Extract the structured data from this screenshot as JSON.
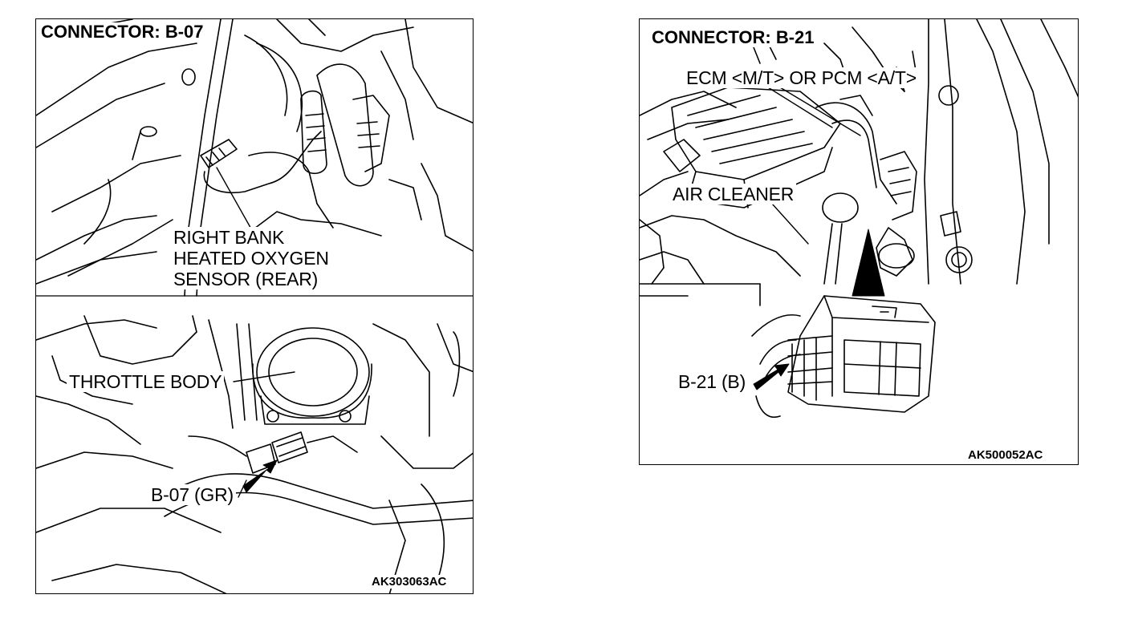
{
  "left_panel": {
    "title": "CONNECTOR: B-07",
    "sensor_label": [
      "RIGHT BANK",
      "HEATED OXYGEN",
      "SENSOR (REAR)"
    ],
    "throttle_label": "THROTTLE BODY",
    "connector_label": "B-07 (GR)",
    "figure_code": "AK303063AC"
  },
  "right_panel": {
    "title": "CONNECTOR: B-21",
    "ecm_label": "ECM <M/T> OR PCM <A/T>",
    "air_cleaner_label": "AIR CLEANER",
    "connector_label": "B-21 (B)",
    "figure_code": "AK500052AC"
  }
}
